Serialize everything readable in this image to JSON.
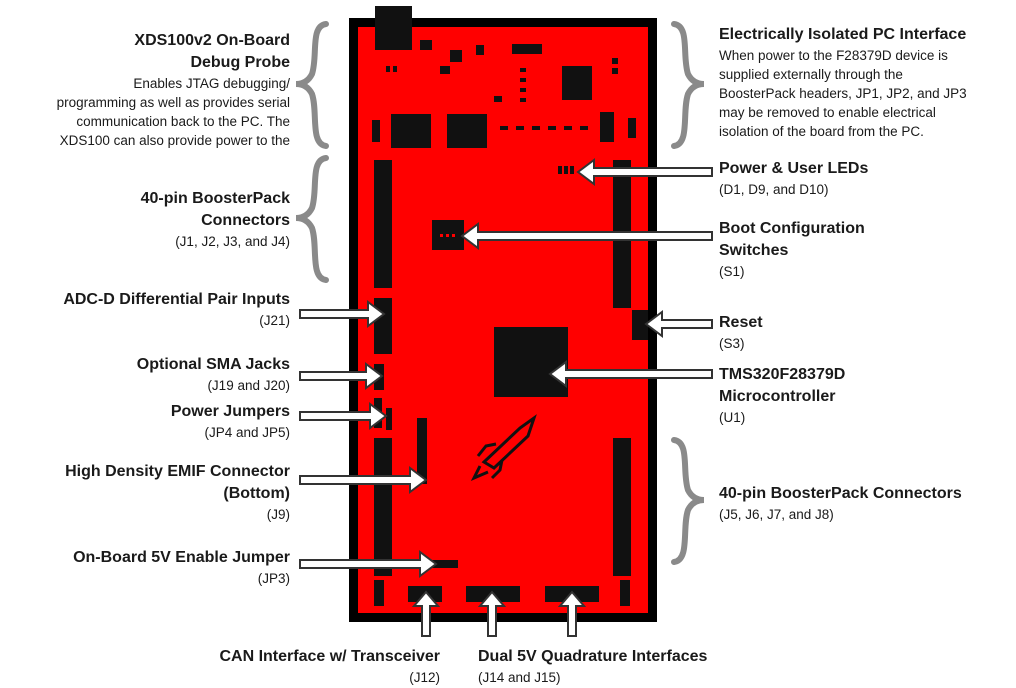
{
  "colors": {
    "board": "#ff0000",
    "board_border": "#000000",
    "component": "#111111",
    "arrow_fill": "#ffffff",
    "arrow_stroke": "#333333",
    "brace": "#8a8a8a",
    "text": "#1a1a1a"
  },
  "labels": {
    "xds100": {
      "title1": "XDS100v2 On-Board",
      "title2": "Debug Probe",
      "desc1": "Enables JTAG debugging/",
      "desc2": "programming as well as provides serial",
      "desc3": "communication back to the PC. The",
      "desc4": "XDS100 can also provide power to the"
    },
    "booster_left": {
      "title1": "40-pin BoosterPack",
      "title2": "Connectors",
      "sub": "(J1, J2, J3, and J4)"
    },
    "adc": {
      "title": "ADC-D Differential Pair Inputs",
      "sub": "(J21)"
    },
    "sma": {
      "title": "Optional SMA Jacks",
      "sub": "(J19 and J20)"
    },
    "power_jumpers": {
      "title": "Power Jumpers",
      "sub": "(JP4 and JP5)"
    },
    "emif": {
      "title1": "High Density EMIF Connector",
      "title2": "(Bottom)",
      "sub": "(J9)"
    },
    "enable5v": {
      "title": "On-Board 5V Enable Jumper",
      "sub": "(JP3)"
    },
    "can": {
      "title": "CAN Interface w/ Transceiver",
      "sub": "(J12)"
    },
    "quad": {
      "title": "Dual 5V Quadrature Interfaces",
      "sub": "(J14 and J15)"
    },
    "isolated": {
      "title": "Electrically Isolated PC Interface",
      "desc1": "When power to the F28379D device is",
      "desc2": "supplied externally through the",
      "desc3": "BoosterPack headers, JP1, JP2, and JP3",
      "desc4": "may be removed to enable electrical",
      "desc5": "isolation of the board from the PC."
    },
    "leds": {
      "title": "Power & User LEDs",
      "sub": "(D1, D9, and D10)"
    },
    "boot": {
      "title1": "Boot Configuration",
      "title2": "Switches",
      "sub": "(S1)"
    },
    "reset": {
      "title": "Reset",
      "sub": "(S3)"
    },
    "mcu": {
      "title1": "TMS320F28379D",
      "title2": "Microcontroller",
      "sub": "(U1)"
    },
    "booster_right": {
      "title": "40-pin BoosterPack Connectors",
      "sub": "(J5, J6, J7, and J8)"
    }
  }
}
